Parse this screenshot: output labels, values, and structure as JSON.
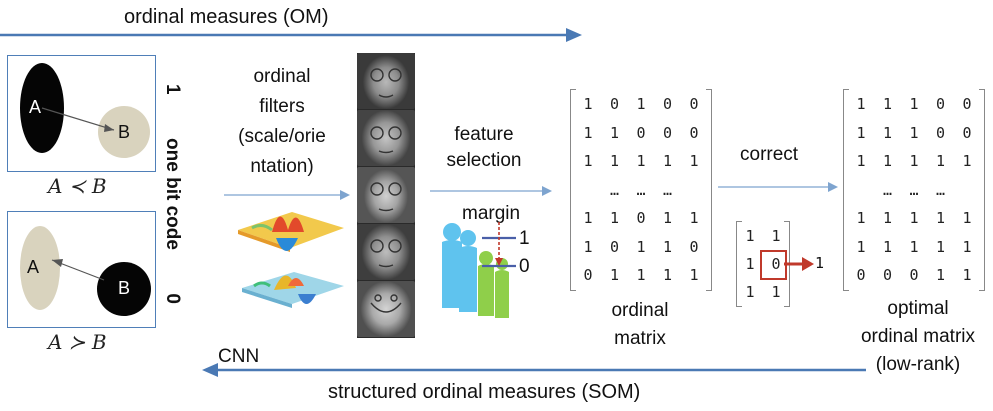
{
  "top_arrow": {
    "label": "ordinal measures (OM)"
  },
  "bottom_arrow": {
    "label": "structured ordinal measures (SOM)",
    "cnn_label": "CNN"
  },
  "panel_a": {
    "blob_a": "A",
    "blob_b": "B",
    "relation": "A ≺ B"
  },
  "panel_b": {
    "blob_a": "A",
    "blob_b": "B",
    "relation": "A ≻ B"
  },
  "bit_code": {
    "one": "1",
    "label": "one bit code",
    "zero": "0"
  },
  "filters": {
    "line1": "ordinal",
    "line2": "filters",
    "line3": "(scale/orie",
    "line4": "ntation)"
  },
  "feature_selection": {
    "line1": "feature",
    "line2": "selection",
    "margin_label": "margin",
    "one": "1",
    "zero": "0"
  },
  "ordinal_matrix": {
    "rows": [
      [
        "1",
        "0",
        "1",
        "0",
        "0"
      ],
      [
        "1",
        "1",
        "0",
        "0",
        "0"
      ],
      [
        "1",
        "1",
        "1",
        "1",
        "1"
      ],
      [
        "",
        "…",
        "…",
        "…",
        ""
      ],
      [
        "1",
        "1",
        "0",
        "1",
        "1"
      ],
      [
        "1",
        "0",
        "1",
        "1",
        "0"
      ],
      [
        "0",
        "1",
        "1",
        "1",
        "1"
      ]
    ],
    "label_line1": "ordinal",
    "label_line2": "matrix"
  },
  "correct": {
    "label": "correct",
    "mini_rows": [
      [
        "1",
        "1"
      ],
      [
        "1",
        "0"
      ],
      [
        "1",
        "1"
      ]
    ],
    "result": "1"
  },
  "optimal_matrix": {
    "rows": [
      [
        "1",
        "1",
        "1",
        "0",
        "0"
      ],
      [
        "1",
        "1",
        "1",
        "0",
        "0"
      ],
      [
        "1",
        "1",
        "1",
        "1",
        "1"
      ],
      [
        "",
        "…",
        "…",
        "…",
        ""
      ],
      [
        "1",
        "1",
        "1",
        "1",
        "1"
      ],
      [
        "1",
        "1",
        "1",
        "1",
        "1"
      ],
      [
        "0",
        "0",
        "0",
        "1",
        "1"
      ]
    ],
    "label_line1": "optimal",
    "label_line2": "ordinal matrix",
    "label_line3": "(low-rank)"
  },
  "colors": {
    "arrow": "#4a79b4",
    "blob_dark": "#050505",
    "blob_light": "#d9d3be",
    "highlight": "#c0392b"
  }
}
